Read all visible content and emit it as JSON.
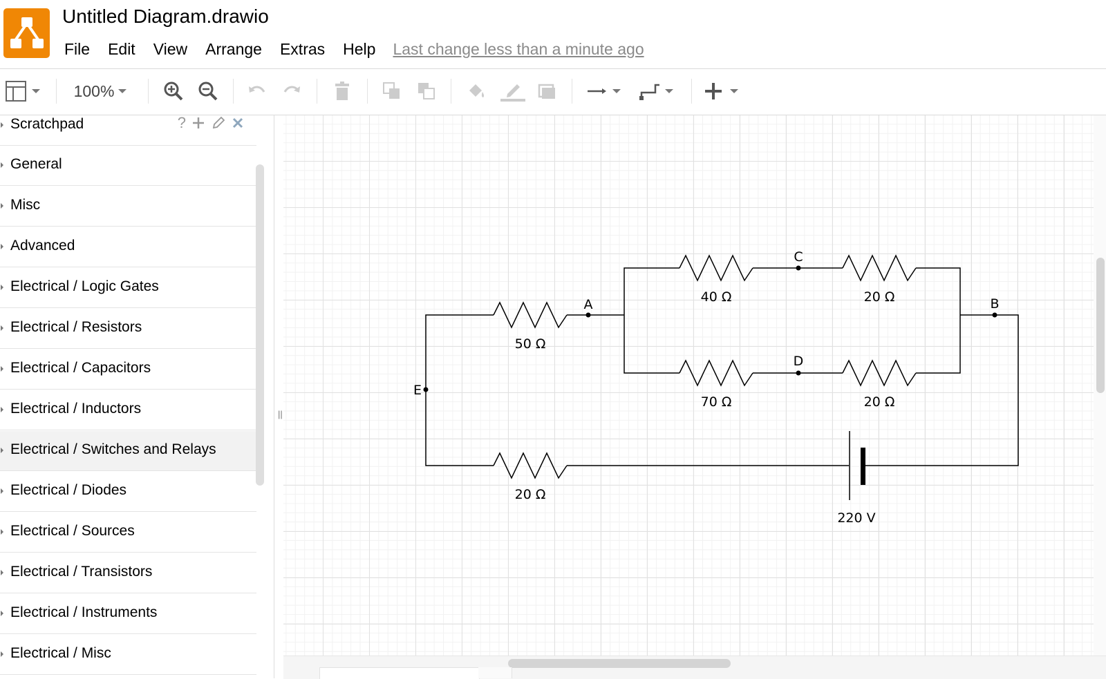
{
  "app": {
    "title": "Untitled Diagram.drawio",
    "last_change": "Last change less than a minute ago",
    "brand_color": "#f08705"
  },
  "menu": [
    "File",
    "Edit",
    "View",
    "Arrange",
    "Extras",
    "Help"
  ],
  "toolbar": {
    "zoom": "100%",
    "icons": [
      "format-panel-icon",
      "zoom-in-icon",
      "zoom-out-icon",
      "undo-icon",
      "redo-icon",
      "delete-icon",
      "to-front-icon",
      "to-back-icon",
      "fill-color-icon",
      "line-color-icon",
      "shadow-icon",
      "connection-icon",
      "waypoints-icon",
      "insert-icon"
    ]
  },
  "sidebar": {
    "scratchpad": {
      "label": "Scratchpad",
      "help": "?",
      "icons": [
        "add-icon",
        "edit-icon",
        "close-icon"
      ]
    },
    "items": [
      {
        "label": "General"
      },
      {
        "label": "Misc"
      },
      {
        "label": "Advanced"
      },
      {
        "label": "Electrical / Logic Gates"
      },
      {
        "label": "Electrical / Resistors"
      },
      {
        "label": "Electrical / Capacitors"
      },
      {
        "label": "Electrical / Inductors"
      },
      {
        "label": "Electrical / Switches and Relays"
      },
      {
        "label": "Electrical / Diodes"
      },
      {
        "label": "Electrical / Sources"
      },
      {
        "label": "Electrical / Transistors"
      },
      {
        "label": "Electrical / Instruments"
      },
      {
        "label": "Electrical / Misc"
      }
    ],
    "hovered": "Electrical / Switches and Relays"
  },
  "diagram": {
    "nodes": {
      "A": "A",
      "B": "B",
      "C": "C",
      "D": "D",
      "E": "E"
    },
    "resistors": {
      "r50": "50 Ω",
      "r40": "40 Ω",
      "r20_top": "20 Ω",
      "r70": "70 Ω",
      "r20_mid": "20 Ω",
      "r20_bottom": "20 Ω"
    },
    "source": "220 V"
  }
}
